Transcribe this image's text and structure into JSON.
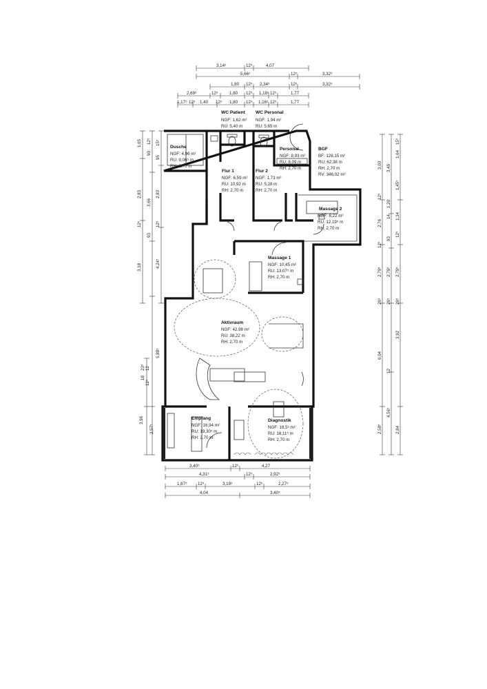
{
  "rooms": [
    {
      "id": "wc-patient",
      "name": "WC Patient",
      "lines": [
        "NGF: 1,62 m²",
        "RU:  5,40 m"
      ]
    },
    {
      "id": "wc-personal",
      "name": "WC Personal",
      "lines": [
        "NGF: 1,94 m²",
        "RU:  5,65 m"
      ]
    },
    {
      "id": "dusche",
      "name": "Dusche",
      "lines": [
        "NGF: 4,96 m²",
        "RU:  9,06⁵ m",
        "RH:  2,70 m"
      ]
    },
    {
      "id": "personal",
      "name": "Personal",
      "lines": [
        "NGF: 8,93 m²",
        "RU:  8,09 m",
        "RH:  2,70 m"
      ]
    },
    {
      "id": "bgf",
      "name": "BGF",
      "lines": [
        "BF:  128,15 m²",
        "RU:   62,38 m",
        "RH:    2,70 m",
        "RV:  346,02 m²"
      ]
    },
    {
      "id": "flur1",
      "name": "Flur 1",
      "lines": [
        "NGF: 6,59 m²",
        "RU:  10,92 m",
        "RH:   2,70 m"
      ]
    },
    {
      "id": "flur2",
      "name": "Flur 2",
      "lines": [
        "NGF: 1,73 m²",
        "RU:  5,28 m",
        "RH:  2,70 m"
      ]
    },
    {
      "id": "massage2",
      "name": "Massage 2",
      "lines": [
        "NGF:  8,22 m²",
        "RU:  12,19⁵ m",
        "RH:   2,70 m"
      ]
    },
    {
      "id": "massage1",
      "name": "Massage 1",
      "lines": [
        "NGF: 10,45 m²",
        "RU:  13,07⁵ m",
        "RH:   2,70 m"
      ]
    },
    {
      "id": "aktivraum",
      "name": "Aktivraum",
      "lines": [
        "NGF: 42,98 m²",
        "RU:   38,22 m",
        "RH:    2,70 m"
      ]
    },
    {
      "id": "empfang",
      "name": "Empfang",
      "lines": [
        "NGF: 16,94 m²",
        "RU:  19,30⁵ m",
        "RH:   2,70 m"
      ]
    },
    {
      "id": "diagnostik",
      "name": "Diagnostik",
      "lines": [
        "NGF: 16,5⁵ m²",
        "RU:  18,11⁵ m",
        "RH:   2,70 m"
      ]
    }
  ],
  "dims_top": [
    [
      "3,14⁵",
      "12⁵",
      "4,07"
    ],
    [
      "5,66⁵",
      "12⁵",
      "3,32⁵"
    ],
    [
      "1,80",
      "12⁵",
      "2,34⁵",
      "12⁵",
      "3,32⁵"
    ],
    [
      "2,69⁵",
      "12⁵",
      "1,80",
      "12⁵",
      "1,18⁵",
      "12⁵",
      "1,77"
    ],
    [
      "1,17⁵",
      "12⁵",
      "1,40",
      "12⁵",
      "1,80",
      "12⁵",
      "1,16⁵",
      "12⁵",
      "1,77"
    ]
  ],
  "dims_bottom": [
    [
      "3,40⁵",
      "12⁵",
      "4,27"
    ],
    [
      "4,31⁵",
      "12⁵",
      "2,92⁵"
    ],
    [
      "1,67⁵",
      "12⁵",
      "3,19⁵",
      "12⁵",
      "2,27⁵"
    ],
    [
      "4,04",
      "3,40⁵"
    ]
  ],
  "dims_left": [
    [
      "1,65",
      "12⁵",
      "90",
      "15⁵"
    ],
    [
      "95",
      "90",
      "12⁵"
    ],
    [
      "12⁵",
      "2,83"
    ],
    [
      "2,83"
    ],
    [
      "93",
      "12⁵"
    ],
    [
      "3,18",
      "3,66"
    ],
    [
      "4,24⁵"
    ],
    [
      "18",
      "23⁵"
    ],
    [
      "12⁵",
      "12"
    ],
    [
      "5,88⁵"
    ],
    [
      "3,96"
    ],
    [
      "2,57⁵"
    ]
  ],
  "dims_right": [
    [
      "12⁵",
      "3,00",
      "1,64",
      "15⁵"
    ],
    [
      "3,49",
      "1,45⁵"
    ],
    [
      "2,76",
      "14",
      "1,20"
    ],
    [
      "1,34",
      "12⁵",
      "93",
      "12⁵"
    ],
    [
      "12⁵",
      "2,79⁵"
    ],
    [
      "2,79⁵",
      "2,79⁵"
    ],
    [
      "26⁵",
      "26⁵",
      "26⁵"
    ],
    [
      "3,92",
      "6,04"
    ],
    [
      "12"
    ],
    [
      "4,56⁵"
    ],
    [
      "2,58⁵",
      "2,84"
    ]
  ]
}
